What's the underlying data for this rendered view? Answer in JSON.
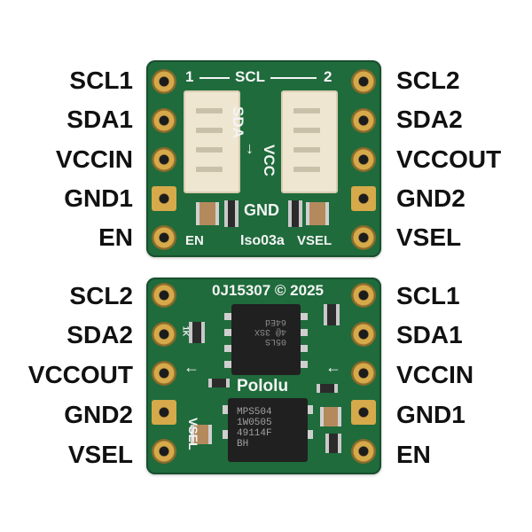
{
  "top_labels_left": [
    "SCL1",
    "SDA1",
    "VCCIN",
    "GND1",
    "EN"
  ],
  "top_labels_right": [
    "SCL2",
    "SDA2",
    "VCCOUT",
    "GND2",
    "VSEL"
  ],
  "bottom_labels_left": [
    "SCL2",
    "SDA2",
    "VCCOUT",
    "GND2",
    "VSEL"
  ],
  "bottom_labels_right": [
    "SCL1",
    "SDA1",
    "VCCIN",
    "GND1",
    "EN"
  ],
  "top_board": {
    "scl_1": "1",
    "scl_text": "SCL",
    "scl_2": "2",
    "sda": "SDA",
    "vcc": "VCC",
    "gnd": "GND",
    "en": "EN",
    "model": "Iso03a",
    "vsel": "VSEL"
  },
  "bottom_board": {
    "header": "0J15307 © 2025",
    "brand": "Pololu",
    "vsel": "VSEL",
    "chip1_text": "05LS\n4@ 3SX\n64Ed",
    "chip2_text": "MPS504\n1W0505\n49114F\nBH",
    "resistor_text": "1K"
  },
  "colors": {
    "pcb": "#1f6b3c",
    "pad": "#d6a94a",
    "silk": "#f4f4f4",
    "label": "#111111"
  }
}
